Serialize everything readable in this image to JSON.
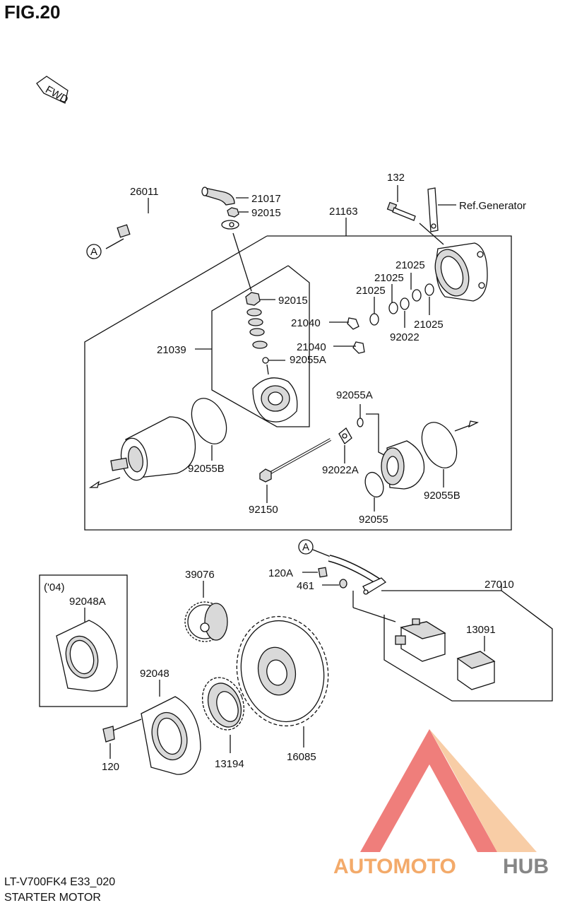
{
  "figure_title": "FIG.20",
  "fwd_label": "FWD",
  "model_code": "LT-V700FK4 E33_020",
  "section_name": "STARTER MOTOR",
  "ref_text": "Ref.Generator",
  "variant_note": "('04)",
  "ref_marker": "A",
  "watermark": {
    "part1": "AUTOMOTO",
    "part2": "HUB"
  },
  "colors": {
    "line": "#111111",
    "watermark_red": "#e8413c",
    "watermark_orange": "#f2a15a",
    "watermark_grey": "#7a7a7a"
  },
  "parts": {
    "p26011": "26011",
    "p21017": "21017",
    "p92015_top": "92015",
    "p21163": "21163",
    "p132": "132",
    "p21025_a": "21025",
    "p21025_b": "21025",
    "p21025_c": "21025",
    "p21025_d": "21025",
    "p92022": "92022",
    "p92015_mid": "92015",
    "p21040_a": "21040",
    "p21040_b": "21040",
    "p21039": "21039",
    "p92055A_a": "92055A",
    "p92055A_b": "92055A",
    "p92055B_l": "92055B",
    "p92055B_r": "92055B",
    "p92022A": "92022A",
    "p92150": "92150",
    "p92055": "92055",
    "p120A": "120A",
    "p461": "461",
    "p27010": "27010",
    "p13091": "13091",
    "p39076": "39076",
    "p92048A": "92048A",
    "p92048": "92048",
    "p120": "120",
    "p13194": "13194",
    "p16085": "16085"
  }
}
